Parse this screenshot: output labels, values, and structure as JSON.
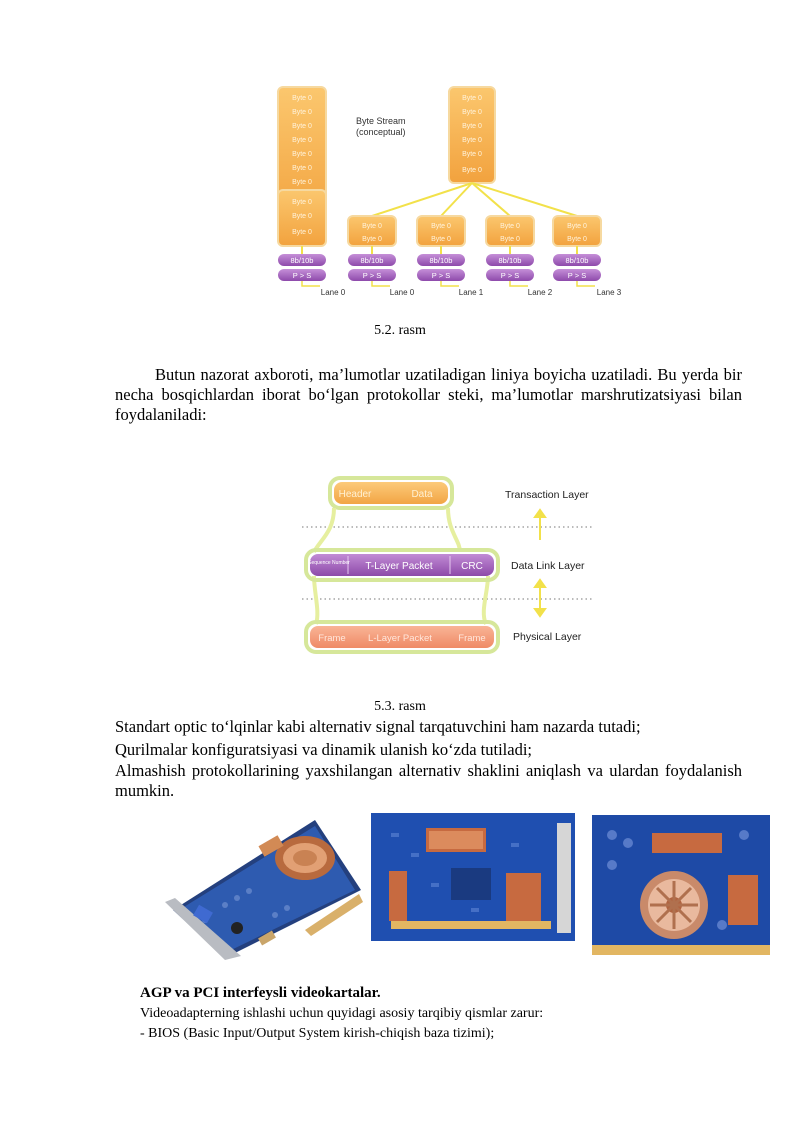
{
  "figure1": {
    "title_line1": "Byte Stream",
    "title_line2": "(conceptual)",
    "byte_label": "Byte 0",
    "encode_label": "8b/10b",
    "serial_label": "P > S",
    "lanes": [
      "Lane 0",
      "Lane 0",
      "Lane 1",
      "Lane 2",
      "Lane 3"
    ],
    "caption": "5.2. rasm"
  },
  "paragraph1": "Butun nazorat axboroti, ma’lumotlar uzatiladigan liniya boyicha uzatiladi. Bu yerda bir necha bosqichlardan iborat bo‘lgan protokollar steki, ma’lumotlar marshrutizatsiyasi bilan foydalaniladi:",
  "figure2": {
    "layers": [
      "Transaction Layer",
      "Data Link Layer",
      "Physical Layer"
    ],
    "tx_header": "Header",
    "tx_data": "Data",
    "dl_seq": "Sequence Number",
    "dl_packet": "T-Layer Packet",
    "dl_crc": "CRC",
    "ph_frame_left": "Frame",
    "ph_packet": "L-Layer Packet",
    "ph_frame_right": "Frame",
    "caption": "5.3. rasm"
  },
  "list": {
    "line1": "Standart optic to‘lqinlar kabi alternativ signal tarqatuvchini ham nazarda tutadi;",
    "line2": "Qurilmalar konfiguratsiyasi va dinamik ulanish ko‘zda tutiladi;",
    "line3": "Almashish protokollarining yaxshilangan alternativ shaklini aniqlash va ulardan foydalanish mumkin."
  },
  "photos": {
    "stray_mark": "ʾ"
  },
  "cards_caption": "AGP va PCI interfeysli videokartalar.",
  "body2": {
    "line1": "Videoadapterning ishlashi uchun quyidagi asosiy tarqibiy qismlar zarur:",
    "line2": "- BIOS (Basic Input/Output System kirish-chiqish baza tizimi);"
  },
  "colors": {
    "orange": "#f9b552",
    "orange_dark": "#e89a36",
    "purple": "#9b59b6",
    "purple_light": "#c48fd6",
    "green": "#c8e07a",
    "yellow_line": "#f2e14a",
    "board_blue": "#1f4fb0"
  }
}
